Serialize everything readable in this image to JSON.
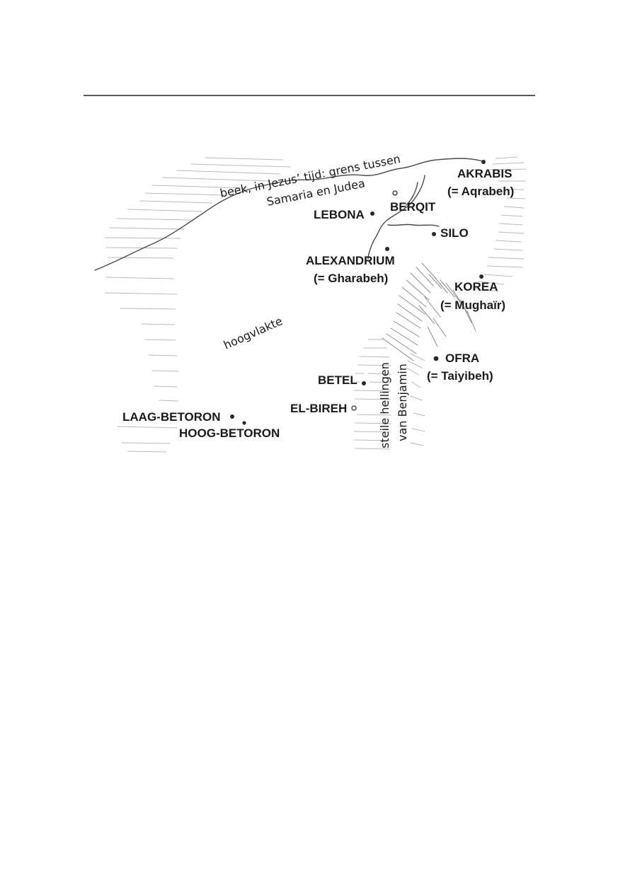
{
  "map": {
    "places": [
      {
        "id": "akrabis",
        "label": "AKRABIS"
      },
      {
        "id": "akrabis-alt",
        "label": "(= Aqrabeh)"
      },
      {
        "id": "berqit",
        "label": "BERQIT"
      },
      {
        "id": "lebona",
        "label": "LEBONA"
      },
      {
        "id": "silo",
        "label": "SILO"
      },
      {
        "id": "alexandrium",
        "label": "ALEXANDRIUM"
      },
      {
        "id": "alexandrium-alt",
        "label": "(= Gharabeh)"
      },
      {
        "id": "korea",
        "label": "KOREA"
      },
      {
        "id": "korea-alt",
        "label": "(= Mughaïr)"
      },
      {
        "id": "ofra",
        "label": "OFRA"
      },
      {
        "id": "ofra-alt",
        "label": "(= Taiyibeh)"
      },
      {
        "id": "betel",
        "label": "BETEL"
      },
      {
        "id": "el-bireh",
        "label": "EL-BIREH"
      },
      {
        "id": "laag-betoron",
        "label": "LAAG-BETORON"
      },
      {
        "id": "hoog-betoron",
        "label": "HOOG-BETORON"
      }
    ],
    "annotations": {
      "stream_line1": "beek, in Jezus’ tijd: grens tussen",
      "stream_line2": "Samaria en Judea",
      "plateau": "hoogvlakte",
      "slopes_line1": "steile hellingen",
      "slopes_line2": "van Benjamin"
    },
    "colors": {
      "ink": "#1a1a1a",
      "hatching": "#b9b9b9",
      "rule": "#222222"
    }
  }
}
